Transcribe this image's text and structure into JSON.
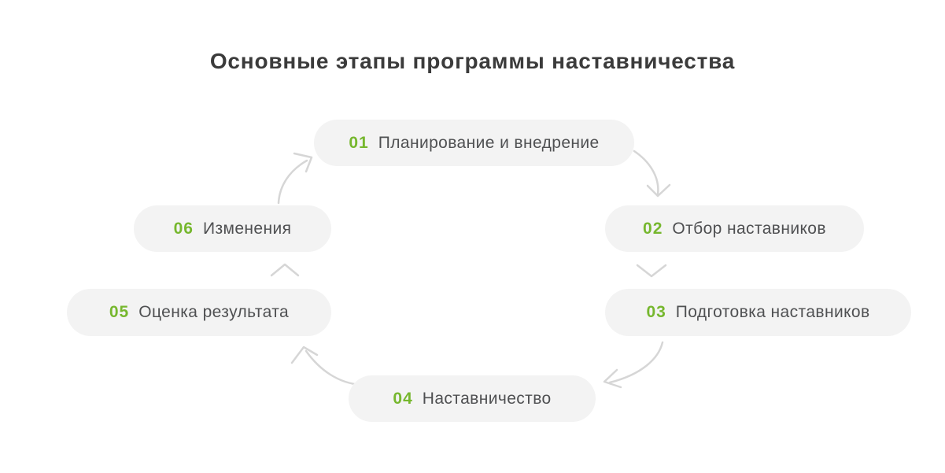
{
  "title": "Основные этапы программы наставничества",
  "diagram_type": "cycle",
  "colors": {
    "accent_green": "#76b72e",
    "pill_background": "#f3f3f3",
    "label_text": "#4f5052",
    "title_text": "#3b3b3b",
    "arrow": "#d6d6d6",
    "page_background": "#ffffff"
  },
  "steps": [
    {
      "number": "01",
      "label": "Планирование и внедрение"
    },
    {
      "number": "02",
      "label": "Отбор наставников"
    },
    {
      "number": "03",
      "label": "Подготовка наставников"
    },
    {
      "number": "04",
      "label": "Наставничество"
    },
    {
      "number": "05",
      "label": "Оценка результата"
    },
    {
      "number": "06",
      "label": "Изменения"
    }
  ],
  "connections": [
    {
      "from": "01",
      "to": "02",
      "style": "curved-arrow"
    },
    {
      "from": "02",
      "to": "03",
      "style": "chevron-down"
    },
    {
      "from": "03",
      "to": "04",
      "style": "curved-arrow"
    },
    {
      "from": "04",
      "to": "05",
      "style": "curved-arrow"
    },
    {
      "from": "05",
      "to": "06",
      "style": "chevron-up"
    },
    {
      "from": "06",
      "to": "01",
      "style": "curved-arrow"
    }
  ]
}
